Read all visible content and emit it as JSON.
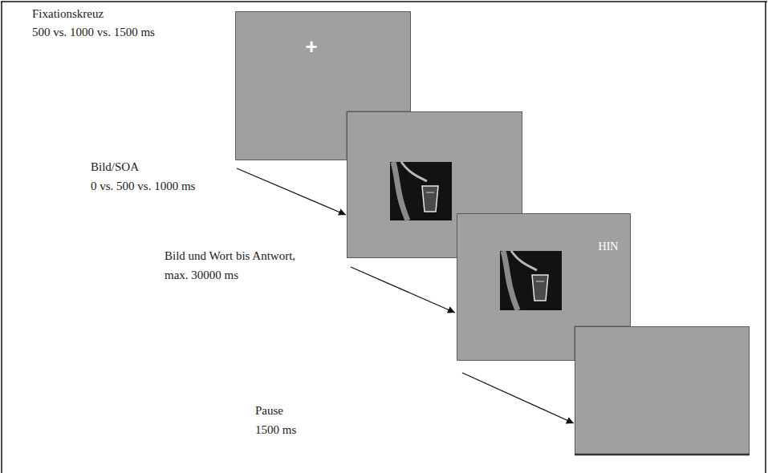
{
  "diagram": {
    "nodes": [
      {
        "text": [
          "+"
        ]
      },
      {
        "text": [
          "HIN"
        ]
      }
    ],
    "labels": [
      "Fixationskreuz",
      "500 vs. 1000 vs. 1500 ms",
      "Bild/SOA",
      "0 vs. 500 vs. 1000 ms",
      "Bild und Wort bis Antwort,",
      "max. 30000 ms",
      "Pause",
      "1500 ms"
    ]
  }
}
